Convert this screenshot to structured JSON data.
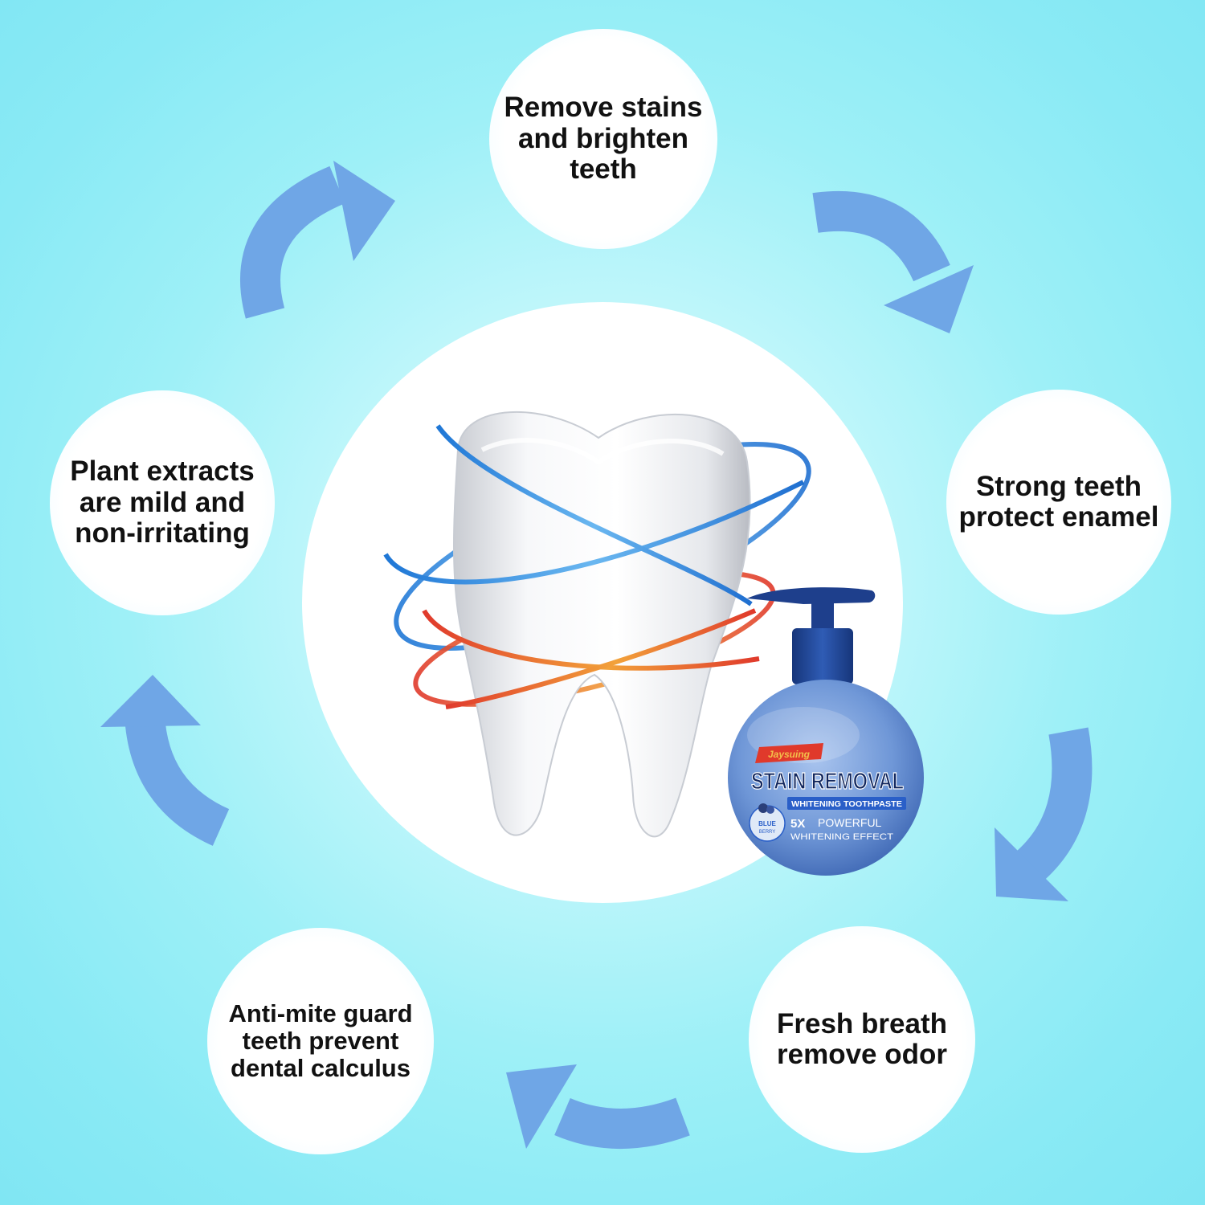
{
  "features": {
    "top": "Remove stains\nand brighten\nteeth",
    "right": "Strong teeth\nprotect enamel",
    "bottom_right": "Fresh breath\nremove odor",
    "bottom_left": "Anti-mite guard\nteeth prevent\ndental calculus",
    "left": "Plant extracts\nare mild and\nnon-irritating"
  },
  "product": {
    "brand": "Jaysuing",
    "name": "STAIN REMOVAL",
    "subtitle": "WHITENING TOOTHPASTE",
    "flavor_line1": "BLUE",
    "flavor_line2": "BERRY",
    "claim_line1_num": "5X",
    "claim_line1_rest": "POWERFUL",
    "claim_line2": "WHITENING EFFECT"
  },
  "colors": {
    "arrow": "#6fa6e6",
    "bottle_dark": "#1e3f8c",
    "bottle_body": "#6e97d6",
    "ring_blue": "#2e7fd9",
    "ring_red": "#e0392b"
  }
}
